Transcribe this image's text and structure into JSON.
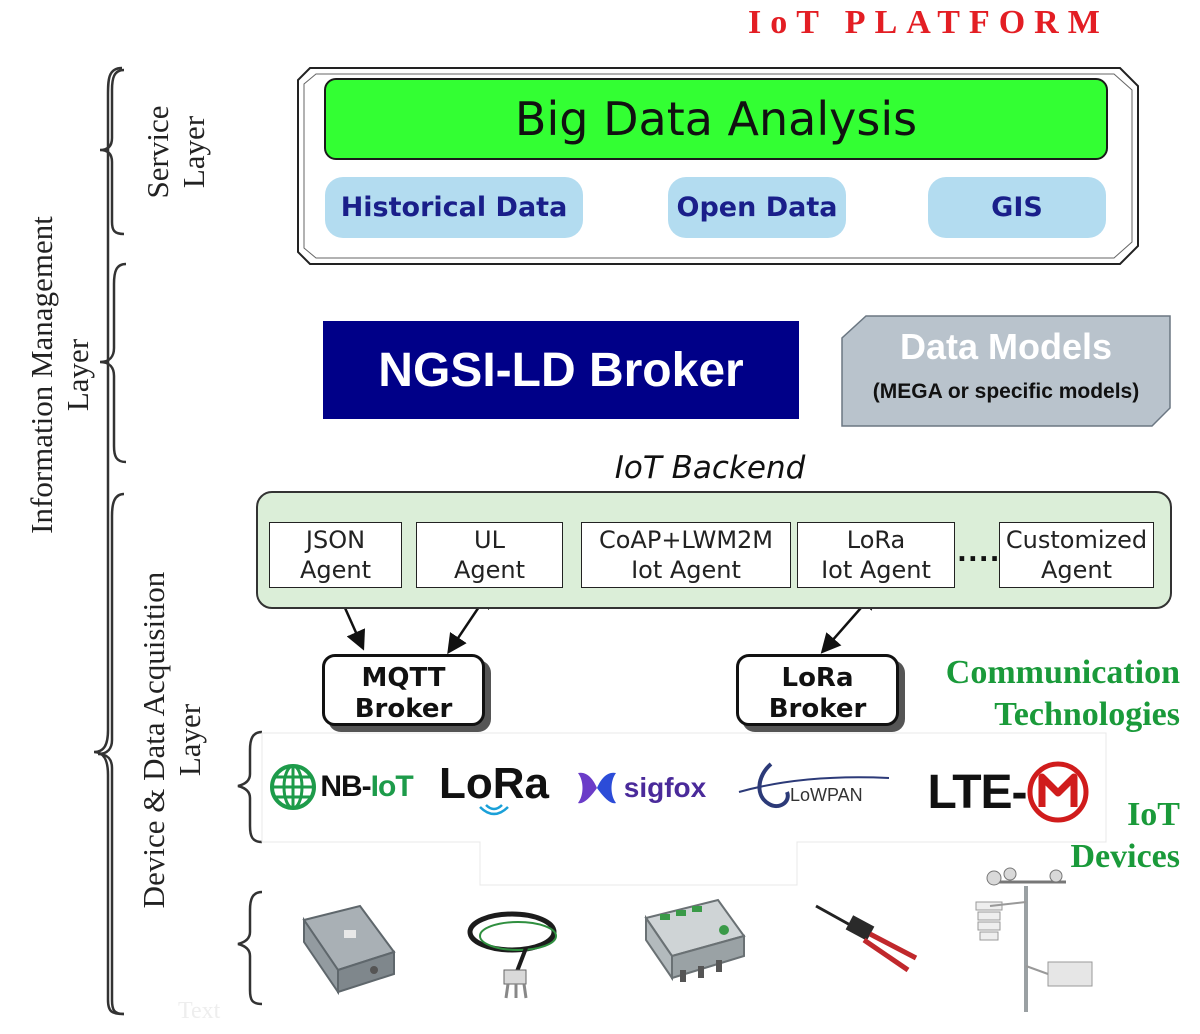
{
  "title": "IoT PLATFORM",
  "layers": {
    "information_management": [
      "Information Management",
      "Layer"
    ],
    "service": [
      "Service",
      "Layer"
    ],
    "device": [
      "Device & Data Acquisition",
      "Layer"
    ]
  },
  "service_layer": {
    "big_data": "Big Data Analysis",
    "services": [
      "Historical Data",
      "Open Data",
      "GIS"
    ]
  },
  "broker": "NGSI-LD Broker",
  "data_models": {
    "title": "Data Models",
    "subtitle": "(MEGA or specific models)"
  },
  "backend": {
    "label": "IoT Backend",
    "agents": [
      {
        "line1": "JSON",
        "line2": "Agent"
      },
      {
        "line1": "UL",
        "line2": "Agent"
      },
      {
        "line1": "CoAP+LWM2M",
        "line2": "Iot Agent"
      },
      {
        "line1": "LoRa",
        "line2": "Iot Agent"
      },
      {
        "line1": "Customized",
        "line2": "Agent"
      }
    ],
    "ellipsis": "....."
  },
  "message_brokers": [
    {
      "line1": "MQTT",
      "line2": "Broker"
    },
    {
      "line1": "LoRa",
      "line2": "Broker"
    }
  ],
  "communication_label": [
    "Communication",
    "Technologies"
  ],
  "iot_devices_label": [
    "IoT",
    "Devices"
  ],
  "technologies": {
    "nbiot": {
      "prefix": "NB-",
      "suffix": "IoT"
    },
    "lora": "LoRa",
    "sigfox": "sigfox",
    "lowpan": "LoWPAN",
    "ltem": "LTE-"
  },
  "devices": [
    "gateway-box-device",
    "cable-sensor-device",
    "io-controller-device",
    "soil-probe-device",
    "weather-station-device"
  ],
  "watermark": "Text",
  "colors": {
    "title": "#e31e24",
    "big_data_fill": "#33ff33",
    "service_fill": "#b3dcf0",
    "service_text": "#1a1f8a",
    "broker_fill": "#000088",
    "data_models_fill": "#b9c3cc",
    "backend_fill": "#dbeed8",
    "green_text": "#1a9a3a"
  }
}
